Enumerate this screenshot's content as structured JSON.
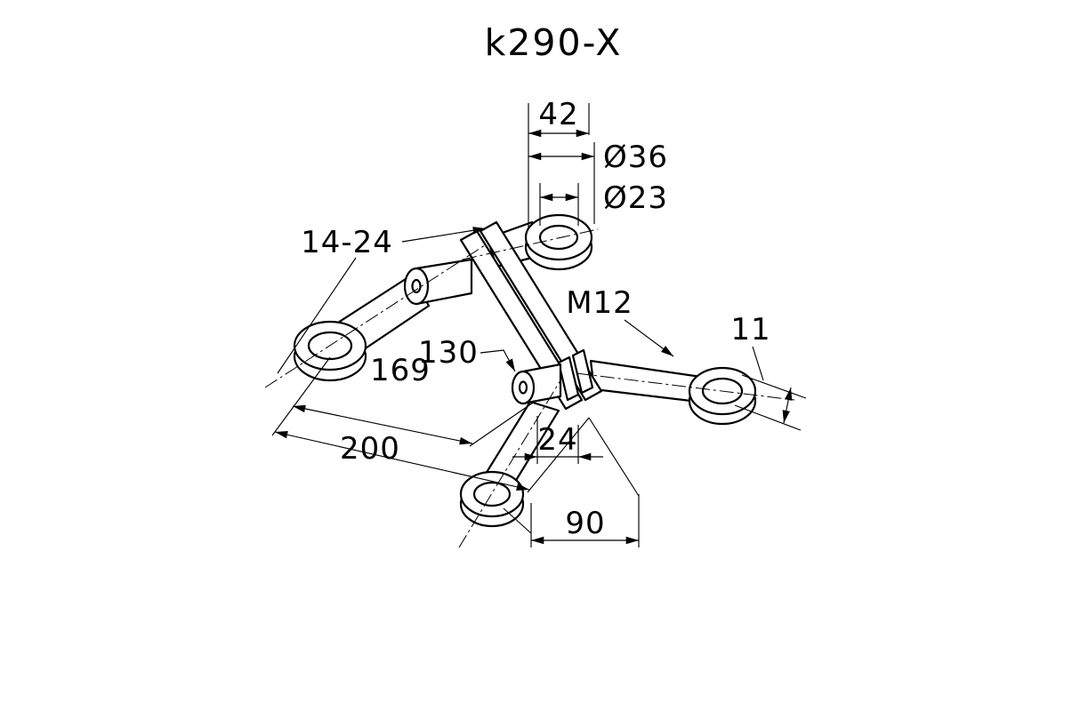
{
  "page": {
    "background": "#ffffff",
    "line_color": "#000000"
  },
  "drawing": {
    "title": "k290-X",
    "dimensions": {
      "top_width": "42",
      "outer_diameter": "Ø36",
      "inner_diameter": "Ø23",
      "clamp_range": "14-24",
      "thread": "M12",
      "plate_thickness": "11",
      "length_169": "169",
      "length_130": "130",
      "length_200": "200",
      "body_width": "24",
      "offset_90": "90"
    }
  }
}
